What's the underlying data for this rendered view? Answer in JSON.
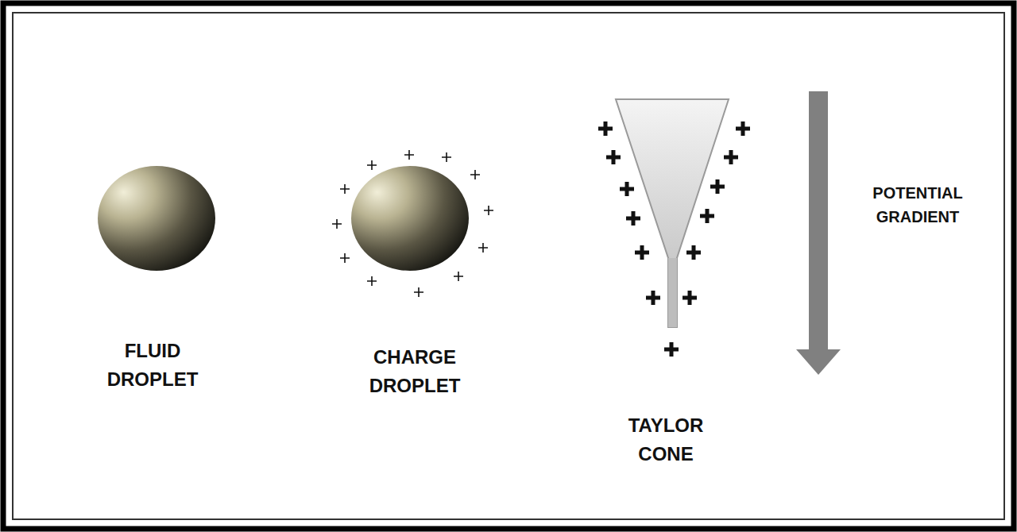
{
  "diagram": {
    "labels": [
      "FLUID DROPLET",
      "CHARGE DROPLET",
      "TAYLOR CONE",
      "POTENTIAL GRADIENT"
    ]
  }
}
